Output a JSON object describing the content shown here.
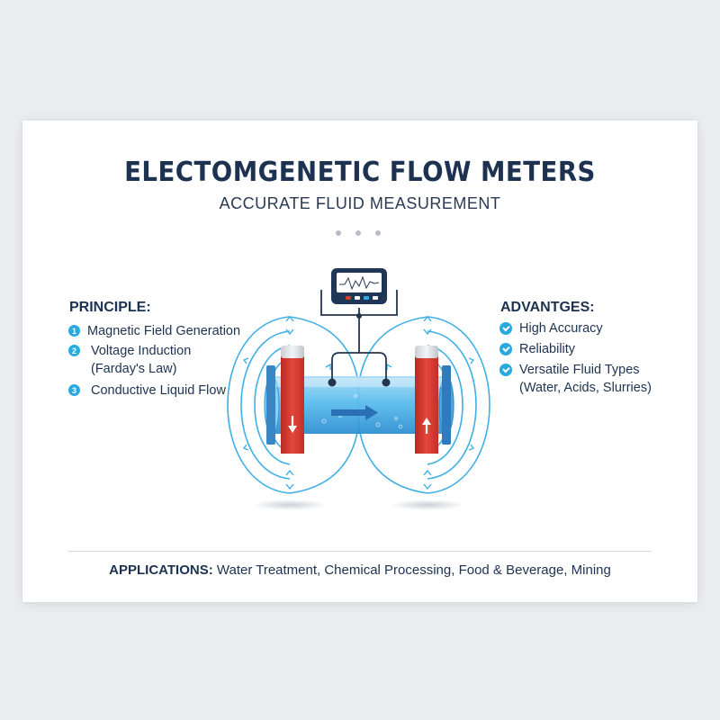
{
  "title": "ELECTOMGENETIC FLOW METERS",
  "subtitle": "ACCURATE FLUID MEASUREMENT",
  "principle": {
    "heading": "PRINCIPLE:",
    "items": [
      {
        "number": "1",
        "lines": [
          "Magnetic Field Generation"
        ]
      },
      {
        "number": "2",
        "lines": [
          "Voltage Induction",
          "(Farday's Law)"
        ]
      },
      {
        "number": "3",
        "lines": [
          "Conductive Liquid Flow"
        ]
      }
    ]
  },
  "advantages": {
    "heading": "ADVANTGES:",
    "items": [
      {
        "lines": [
          "High Accuracy"
        ]
      },
      {
        "lines": [
          "Reliability"
        ]
      },
      {
        "lines": [
          "Versatile Fluid Types",
          "(Water, Acids, Slurries)"
        ]
      }
    ]
  },
  "applications": {
    "label": "APPLICATIONS:",
    "text": " Water Treatment, Chemical Processing, Food & Beverage, Mining"
  },
  "colors": {
    "navy": "#1d3251",
    "accent_blue": "#29a9df",
    "magnet_red": "#d93a2f",
    "pipe_blue": "#52b5ea"
  },
  "icons": [
    "meter-display-icon",
    "flow-arrow-icon",
    "magnet-left-icon",
    "magnet-right-icon",
    "check-icon"
  ]
}
